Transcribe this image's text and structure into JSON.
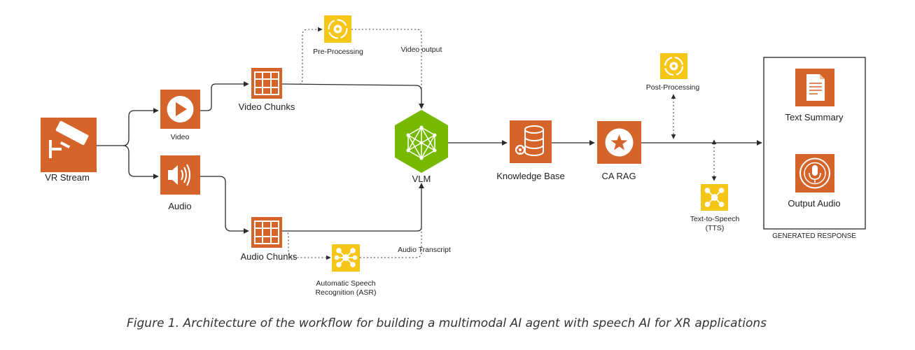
{
  "colors": {
    "node_orange": "#d5642a",
    "node_green": "#76b900",
    "node_yellow": "#f5c518",
    "edge": "#2b2b2b",
    "text": "#222222"
  },
  "nodes": {
    "vr_stream": {
      "label": "VR Stream",
      "icon": "surveillance-camera-icon"
    },
    "video": {
      "label": "Video",
      "icon": "play-icon"
    },
    "audio": {
      "label": "Audio",
      "icon": "speaker-icon"
    },
    "video_chunks": {
      "label": "Video Chunks",
      "icon": "film-grid-icon"
    },
    "audio_chunks": {
      "label": "Audio Chunks",
      "icon": "film-grid-icon"
    },
    "pre_processing": {
      "label": "Pre-Processing",
      "icon": "gear-cycle-icon"
    },
    "asr": {
      "label_line1": "Automatic Speech",
      "label_line2": "Recognition (ASR)",
      "icon": "network-icon"
    },
    "vlm": {
      "label": "VLM",
      "icon": "neural-net-icon"
    },
    "knowledge_base": {
      "label": "Knowledge Base",
      "icon": "database-icon"
    },
    "ca_rag": {
      "label": "CA RAG",
      "icon": "star-icon"
    },
    "post_processing": {
      "label": "Post-Processing",
      "icon": "gear-cycle-icon"
    },
    "tts": {
      "label_line1": "Text-to-Speech",
      "label_line2": "(TTS)",
      "icon": "network-icon"
    },
    "text_summary": {
      "label": "Text Summary",
      "icon": "document-icon"
    },
    "output_audio": {
      "label": "Output Audio",
      "icon": "microphone-icon"
    }
  },
  "edge_labels": {
    "video_output": "Video output",
    "audio_transcript": "Audio Transcript"
  },
  "group": {
    "label": "GENERATED RESPONSE"
  },
  "caption": "Figure 1. Architecture of the workflow for building a multimodal AI agent with speech AI for XR applications"
}
